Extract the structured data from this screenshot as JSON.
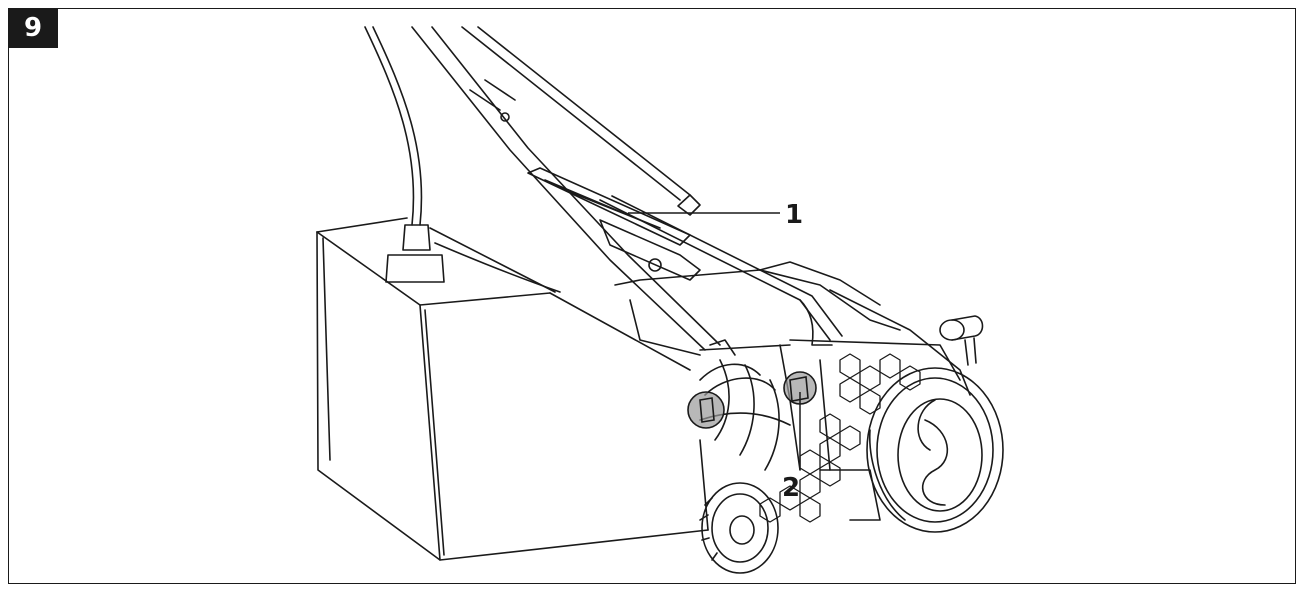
{
  "figure": {
    "number": "9",
    "callouts": [
      {
        "label": "1",
        "target": "handle-lever"
      },
      {
        "label": "2",
        "target": "tine-cartridge-clip"
      }
    ]
  },
  "colors": {
    "line": "#1a1a1a",
    "highlight": "#9a9a9a",
    "badge_bg": "#1a1a1a",
    "badge_fg": "#ffffff"
  }
}
